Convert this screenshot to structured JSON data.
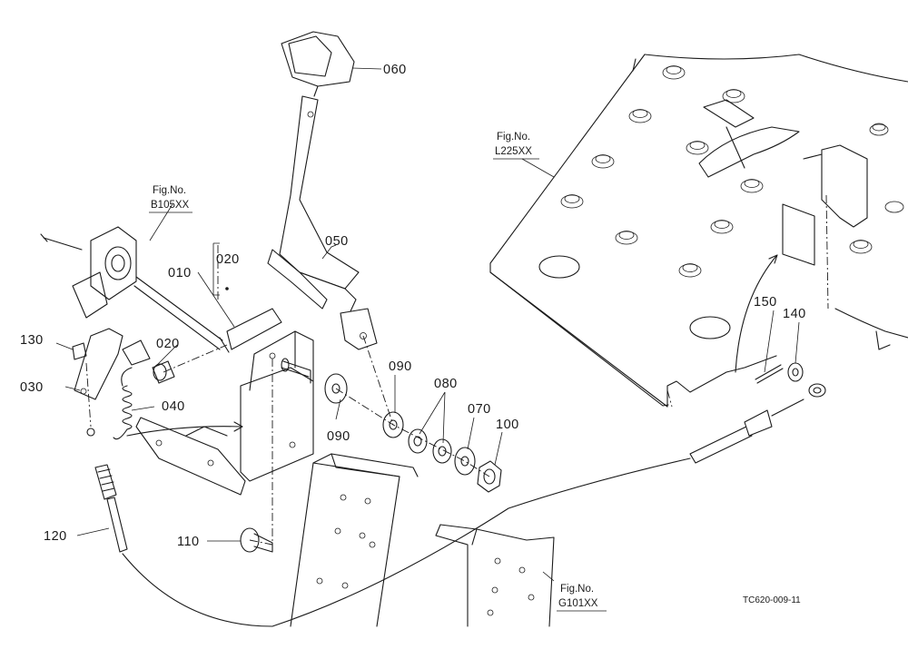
{
  "diagram": {
    "callouts": [
      {
        "id": "060",
        "label": "060"
      },
      {
        "id": "050",
        "label": "050"
      },
      {
        "id": "010",
        "label": "010"
      },
      {
        "id": "020a",
        "label": "020"
      },
      {
        "id": "020b",
        "label": "020"
      },
      {
        "id": "130",
        "label": "130"
      },
      {
        "id": "030",
        "label": "030"
      },
      {
        "id": "040",
        "label": "040"
      },
      {
        "id": "120",
        "label": "120"
      },
      {
        "id": "110",
        "label": "110"
      },
      {
        "id": "090a",
        "label": "090"
      },
      {
        "id": "090b",
        "label": "090"
      },
      {
        "id": "080",
        "label": "080"
      },
      {
        "id": "070",
        "label": "070"
      },
      {
        "id": "100",
        "label": "100"
      },
      {
        "id": "150",
        "label": "150"
      },
      {
        "id": "140",
        "label": "140"
      }
    ],
    "figure_refs": [
      {
        "id": "b105",
        "line1": "Fig.No.",
        "line2": "B105XX"
      },
      {
        "id": "l225",
        "line1": "Fig.No.",
        "line2": "L225XX"
      },
      {
        "id": "g101",
        "line1": "Fig.No.",
        "line2": "G101XX"
      }
    ],
    "drawing_code": "TC620-009-11"
  }
}
